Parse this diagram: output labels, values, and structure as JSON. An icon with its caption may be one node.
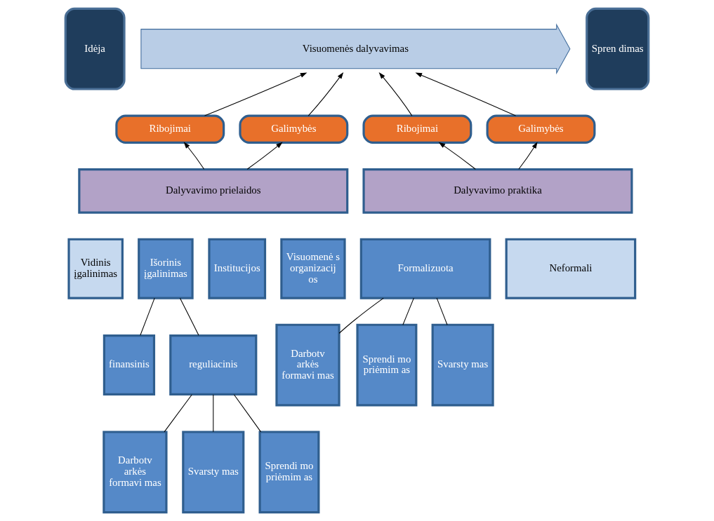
{
  "diagram": {
    "nodes": [
      {
        "text": [
          "Idėja"
        ]
      },
      {
        "text": [
          "Visuomenės dalyvavimas"
        ]
      },
      {
        "text": [
          "Spren dimas"
        ]
      },
      {
        "text": [
          "Ribojimai"
        ]
      },
      {
        "text": [
          "Galimybės"
        ]
      },
      {
        "text": [
          "Ribojimai"
        ]
      },
      {
        "text": [
          "Galimybės"
        ]
      },
      {
        "text": [
          "Dalyvavimo prielaidos"
        ]
      },
      {
        "text": [
          "Vidinis įgalinimas"
        ]
      },
      {
        "text": [
          "Išorinis įgalinimas"
        ]
      },
      {
        "text": [
          "Institucijos"
        ]
      },
      {
        "text": [
          "Visuomenė s organizacij os"
        ]
      },
      {
        "text": [
          "Dalyvavimo praktika"
        ]
      },
      {
        "text": [
          "Formalizuota"
        ]
      },
      {
        "text": [
          "Neformali"
        ]
      },
      {
        "text": [
          "finansinis"
        ]
      },
      {
        "text": [
          "reguliacinis"
        ]
      },
      {
        "text": [
          "Darbotv arkės formavi mas"
        ]
      },
      {
        "text": [
          "Svarsty mas"
        ]
      },
      {
        "text": [
          "Sprendi mo priėmim as"
        ]
      },
      {
        "text": [
          "Darbotv arkės formavi mas"
        ]
      },
      {
        "text": [
          "Svarsty mas"
        ]
      },
      {
        "text": [
          "Sprendi mo priėmim as"
        ]
      }
    ],
    "edges": [
      {
        "from": 3,
        "to": 1,
        "arrow": "to"
      },
      {
        "from": 4,
        "to": 1,
        "arrow": "to"
      },
      {
        "from": 5,
        "to": 1,
        "arrow": "to"
      },
      {
        "from": 6,
        "to": 1,
        "arrow": "to"
      },
      {
        "from": 7,
        "to": 3,
        "arrow": "to"
      },
      {
        "from": 7,
        "to": 4,
        "arrow": "to"
      },
      {
        "from": 12,
        "to": 5,
        "arrow": "to"
      },
      {
        "from": 12,
        "to": 6,
        "arrow": "to"
      },
      {
        "from": 9,
        "to": 15,
        "arrow": "none"
      },
      {
        "from": 9,
        "to": 16,
        "arrow": "none"
      },
      {
        "from": 16,
        "to": 17,
        "arrow": "none"
      },
      {
        "from": 16,
        "to": 18,
        "arrow": "none"
      },
      {
        "from": 16,
        "to": 19,
        "arrow": "none"
      },
      {
        "from": 13,
        "to": 20,
        "arrow": "none"
      },
      {
        "from": 13,
        "to": 21,
        "arrow": "none"
      },
      {
        "from": 13,
        "to": 22,
        "arrow": "none"
      }
    ]
  }
}
